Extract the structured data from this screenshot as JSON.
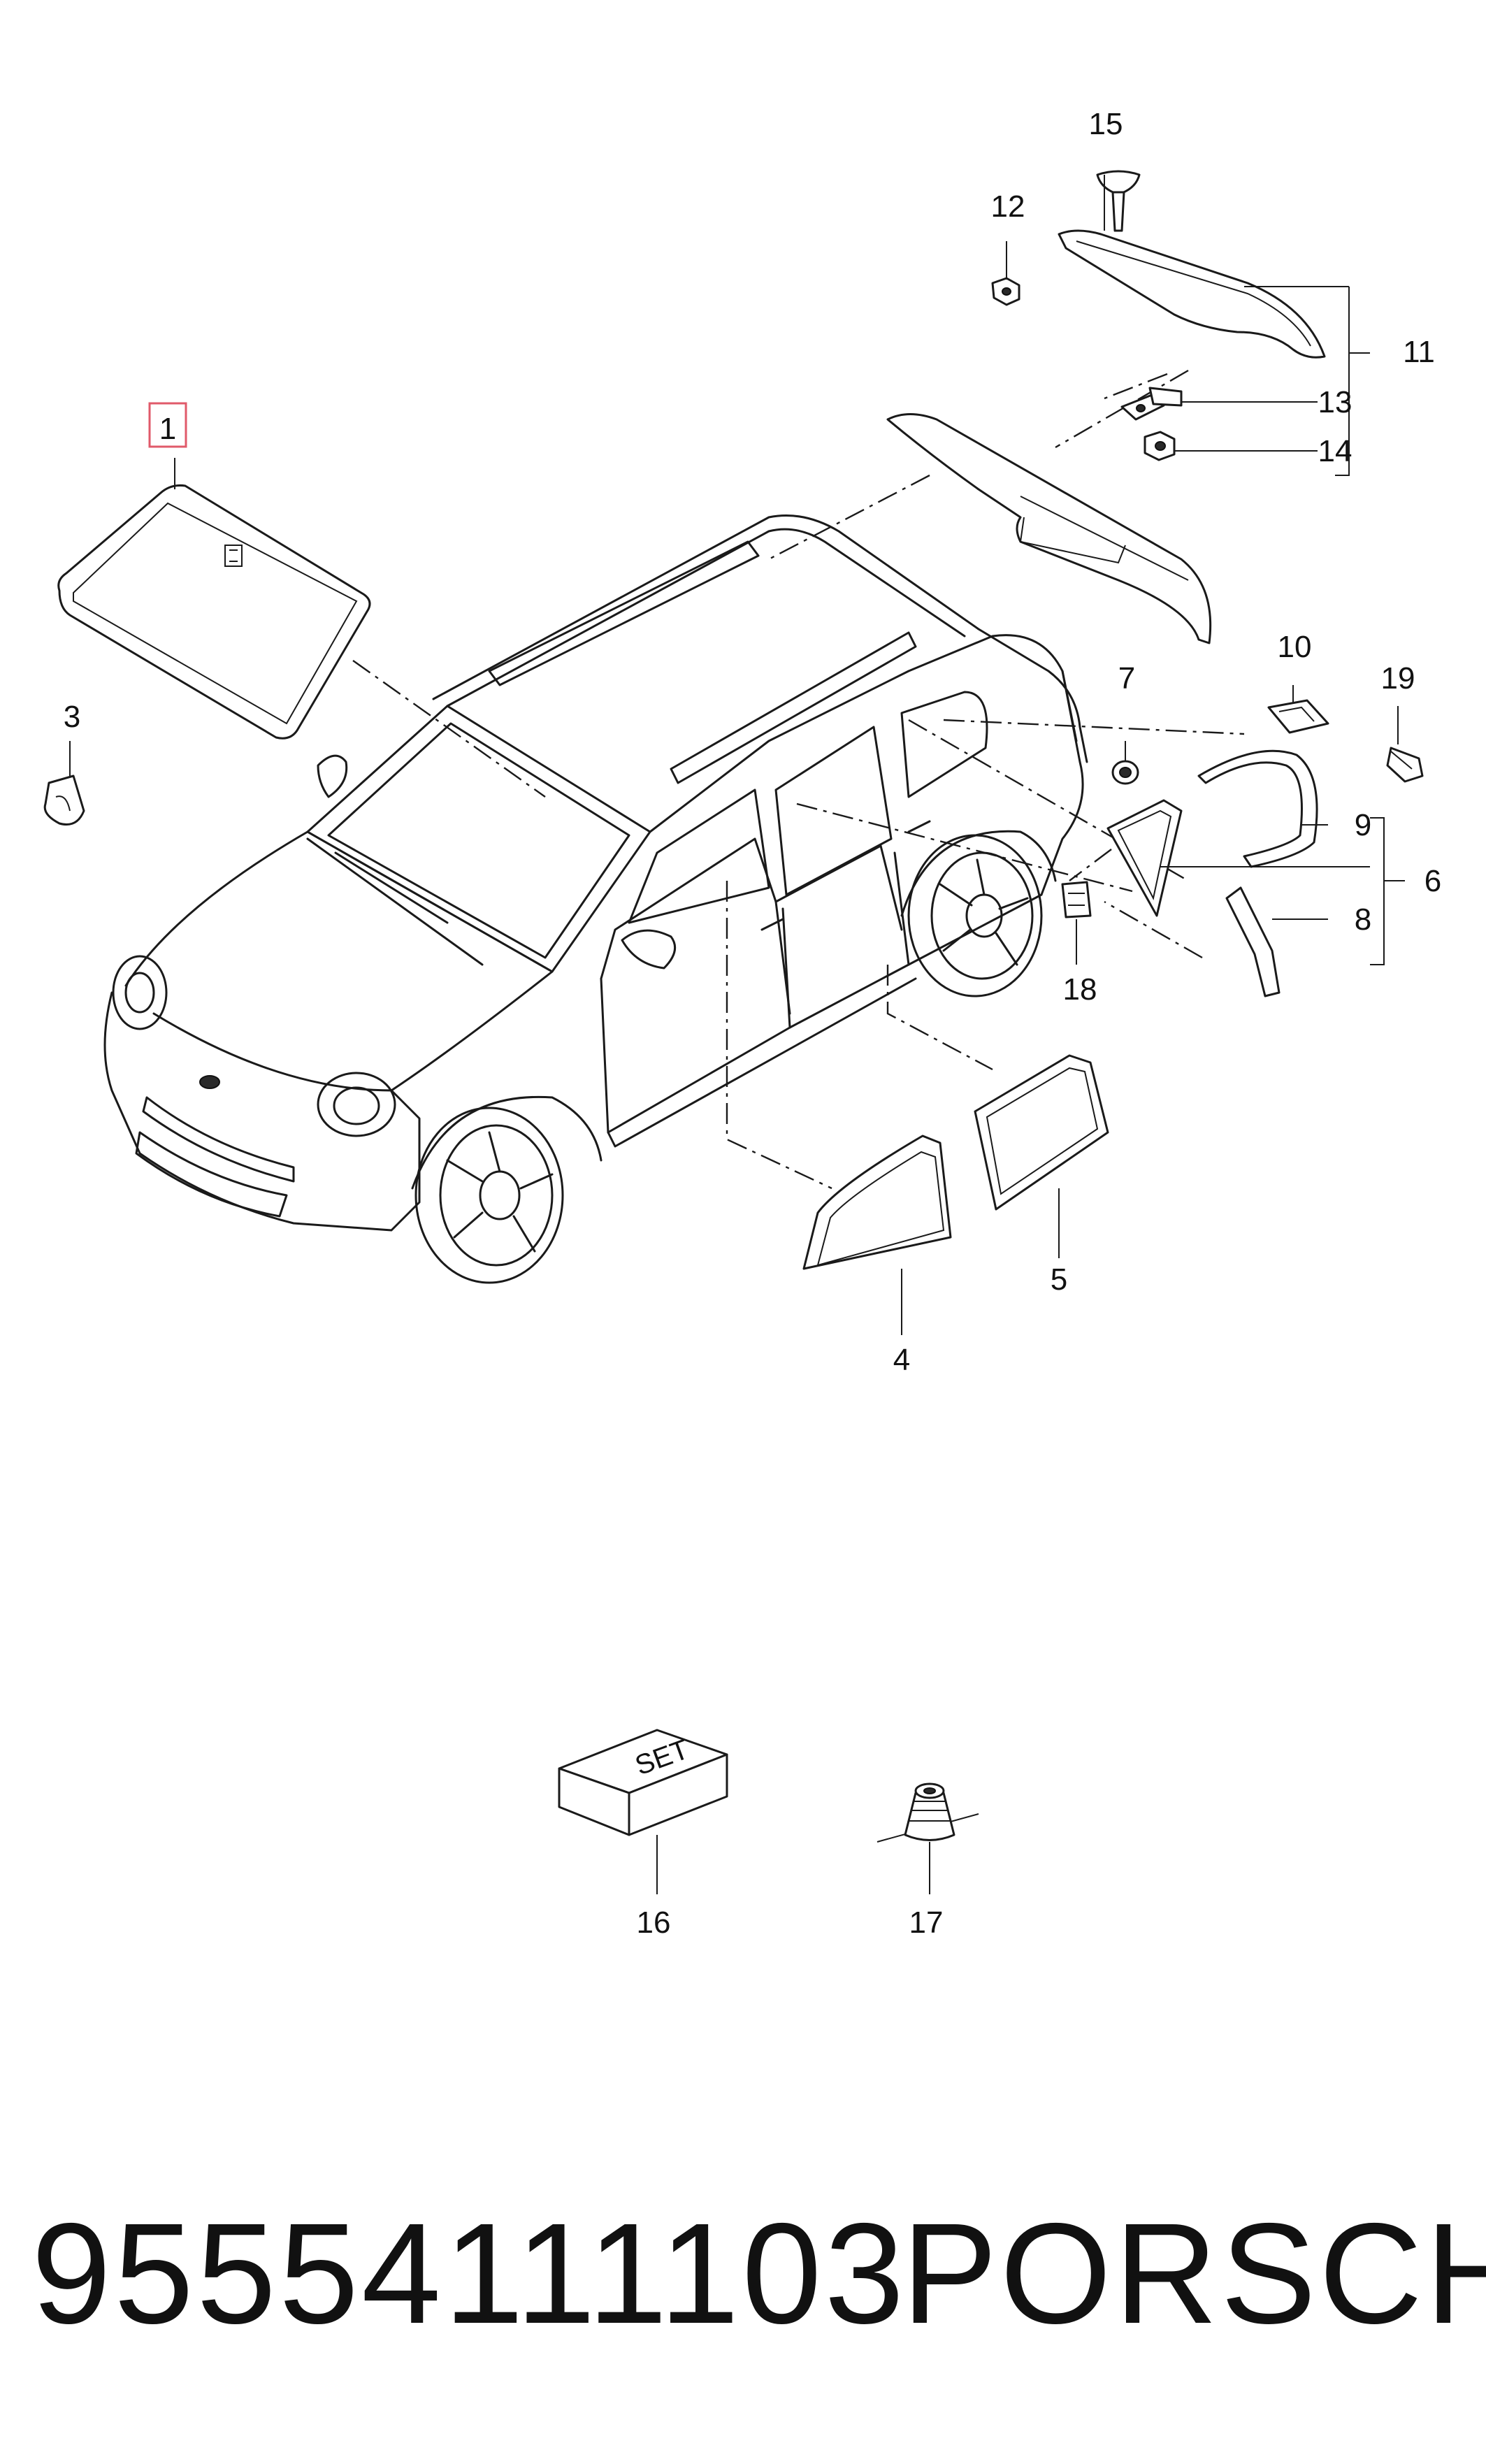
{
  "diagram": {
    "callouts": [
      "1",
      "3",
      "4",
      "5",
      "6",
      "7",
      "8",
      "9",
      "10",
      "11",
      "12",
      "13",
      "14",
      "15",
      "16",
      "17",
      "18",
      "19"
    ],
    "set_box_label": "SET"
  },
  "footer": {
    "part_number": "95554111103",
    "brand": "PORSCHE"
  },
  "highlight_color": "#e05a6a"
}
